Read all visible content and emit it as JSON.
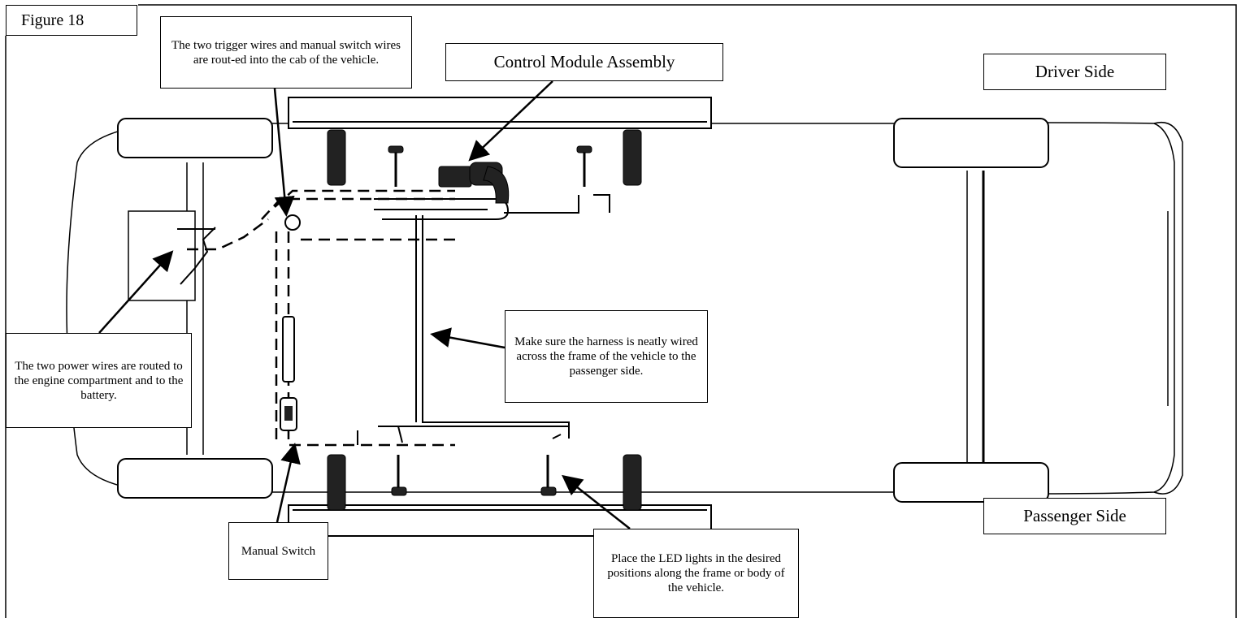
{
  "figure": {
    "label": "Figure 18"
  },
  "callouts": {
    "trigger_wires": "The two trigger wires and manual switch wires are rout-ed into the cab of the vehicle.",
    "control_module": "Control Module Assembly",
    "driver_side": "Driver Side",
    "power_wires": "The two power wires are routed to the engine compartment and to the battery.",
    "harness": "Make sure the harness is neatly wired across the frame of the vehicle to the passenger side.",
    "manual_switch": "Manual Switch",
    "led_lights": "Place the LED lights in the desired positions along the frame or body of the vehicle.",
    "passenger_side": "Passenger Side"
  },
  "colors": {
    "line": "#000000",
    "background": "#ffffff"
  }
}
